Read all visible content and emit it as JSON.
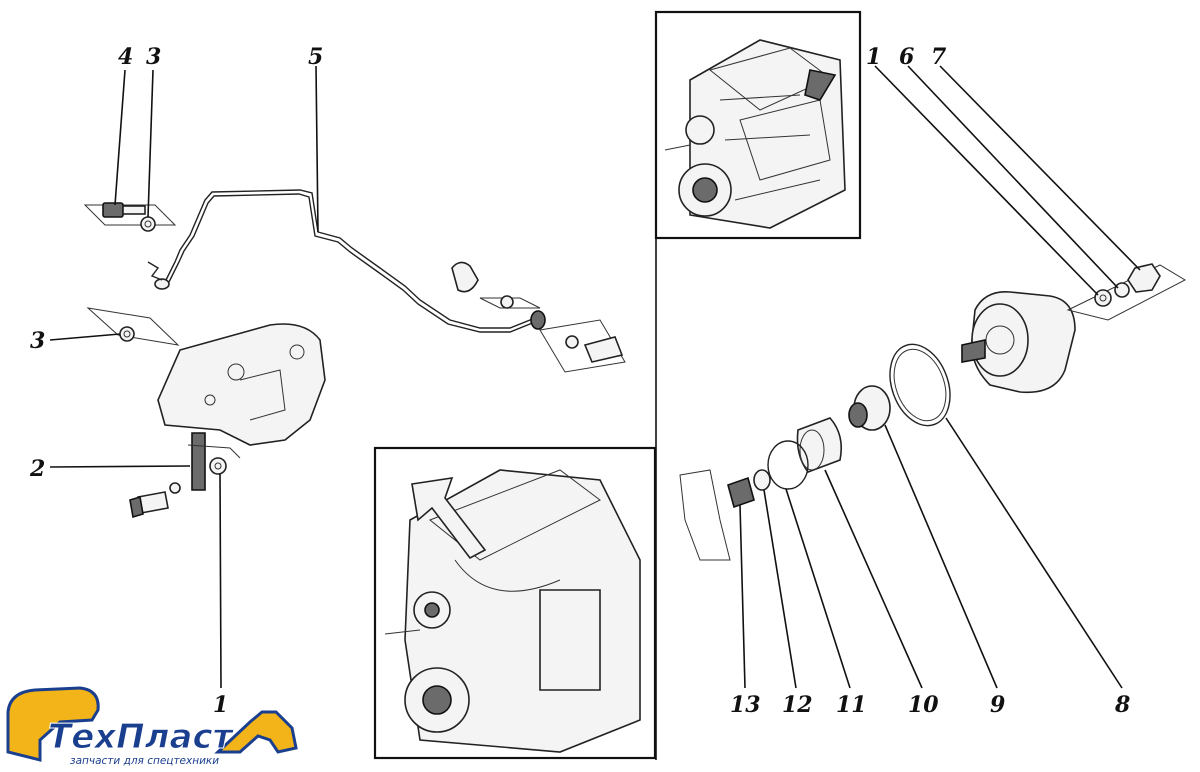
{
  "callouts": {
    "left_4": "4",
    "left_3_top": "3",
    "left_5": "5",
    "left_3_mid": "3",
    "left_2": "2",
    "left_1": "1",
    "right_1": "1",
    "right_6": "6",
    "right_7": "7",
    "bottom_13": "13",
    "bottom_12": "12",
    "bottom_11": "11",
    "bottom_10": "10",
    "bottom_9": "9",
    "bottom_8": "8"
  },
  "logo": {
    "name": "ТехПласт",
    "tagline": "запчасти для спецтехники",
    "colors": {
      "blue": "#1b3f8f",
      "yellow": "#f2b418"
    }
  }
}
